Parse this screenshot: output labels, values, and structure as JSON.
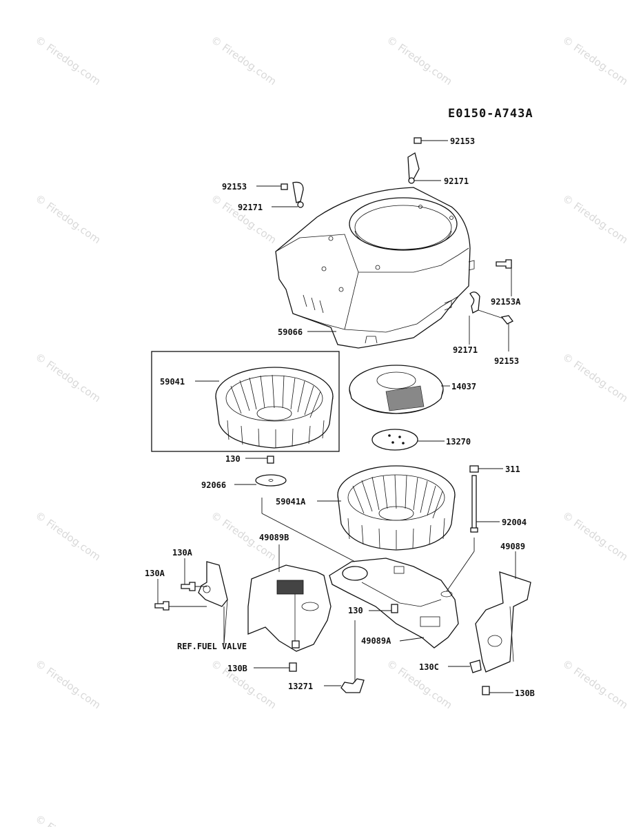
{
  "diagram": {
    "code": "E0150-A743A",
    "watermark": "© Firedog.com",
    "labels": {
      "p92153_top": "92153",
      "p92171_top": "92171",
      "p92153_left": "92153",
      "p92171_left": "92171",
      "p92153A": "92153A",
      "p92171_right": "92171",
      "p92153_right": "92153",
      "p59066": "59066",
      "p59041": "59041",
      "p14037": "14037",
      "p13270": "13270",
      "p130_a": "130",
      "p92066": "92066",
      "p59041A": "59041A",
      "p311": "311",
      "p92004": "92004",
      "p49089B": "49089B",
      "p49089": "49089",
      "p130A_1": "130A",
      "p130A_2": "130A",
      "p130_b": "130",
      "p49089A": "49089A",
      "ref_fuel_valve": "REF.FUEL VALVE",
      "p130B_left": "130B",
      "p130C": "130C",
      "p13271": "13271",
      "p130B_right": "130B"
    }
  }
}
